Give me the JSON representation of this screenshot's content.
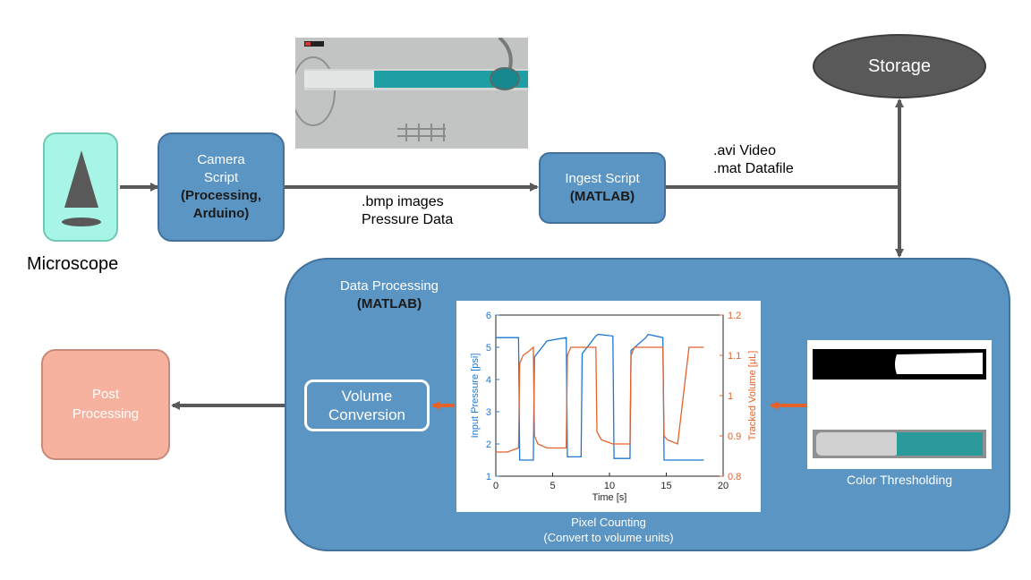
{
  "nodes": {
    "microscope": {
      "label": "Microscope"
    },
    "camera_script": {
      "line1": "Camera",
      "line2": "Script",
      "bold1": "(Processing,",
      "bold2": "Arduino)"
    },
    "ingest_script": {
      "line1": "Ingest Script",
      "bold1": "(MATLAB)"
    },
    "storage": {
      "label": "Storage"
    },
    "data_processing": {
      "line1": "Data Processing",
      "bold1": "(MATLAB)"
    },
    "volume_conversion": {
      "line1": "Volume",
      "line2": "Conversion"
    },
    "post_processing": {
      "line1": "Post",
      "line2": "Processing"
    }
  },
  "edges": {
    "bmp_label": {
      "line1": ".bmp images",
      "line2": "Pressure Data"
    },
    "avi_label": {
      "line1": ".avi Video",
      "line2": ".mat Datafile"
    }
  },
  "captions": {
    "color_thresholding": "Color Thresholding",
    "pixel_counting": {
      "line1": "Pixel Counting",
      "line2": "(Convert to volume units)"
    }
  },
  "chart_data": {
    "type": "line",
    "xlabel": "Time [s]",
    "ylabel_left": "Input Pressure [psi]",
    "ylabel_right": "Tracked Volume [µL]",
    "xlim": [
      0,
      20
    ],
    "ylim_left": [
      1,
      6
    ],
    "ylim_right": [
      0.8,
      1.2
    ],
    "xticks": [
      "0",
      "5",
      "10",
      "15",
      "20"
    ],
    "yticks_left": [
      "1",
      "2",
      "3",
      "4",
      "5",
      "6"
    ],
    "yticks_right": [
      "0.8",
      "0.9",
      "1",
      "1.1",
      "1.2"
    ],
    "colors": {
      "left": "#1f77d4",
      "right": "#e5622a"
    },
    "series": [
      {
        "axis": "left",
        "x": [
          0,
          2.0,
          2.1,
          3.3,
          3.4,
          4.5,
          6.2,
          6.3,
          7.5,
          7.6,
          8.8,
          9.0,
          10.3,
          10.4,
          11.8,
          11.9,
          13.2,
          13.4,
          14.7,
          14.8,
          16.0,
          16.1,
          17.0,
          18.3
        ],
        "y": [
          5.3,
          5.3,
          1.5,
          1.5,
          4.7,
          5.2,
          5.3,
          1.6,
          1.6,
          4.8,
          5.35,
          5.4,
          5.35,
          1.55,
          1.55,
          4.9,
          5.3,
          5.4,
          5.3,
          1.5,
          1.5,
          1.5,
          1.5,
          1.5
        ]
      },
      {
        "axis": "right",
        "x": [
          0,
          1.0,
          2.0,
          2.1,
          2.4,
          2.9,
          3.3,
          3.4,
          3.7,
          4.5,
          5.6,
          6.2,
          6.3,
          6.6,
          7.5,
          8.0,
          8.8,
          8.9,
          9.3,
          10.3,
          10.9,
          11.8,
          11.9,
          12.2,
          13.2,
          13.8,
          14.7,
          14.8,
          15.1,
          16.0,
          17.0,
          18.3
        ],
        "y": [
          0.86,
          0.86,
          0.87,
          1.08,
          1.1,
          1.11,
          1.12,
          0.9,
          0.88,
          0.87,
          0.87,
          0.87,
          1.1,
          1.12,
          1.12,
          1.12,
          1.12,
          0.91,
          0.89,
          0.88,
          0.88,
          0.88,
          1.1,
          1.12,
          1.12,
          1.12,
          1.12,
          0.9,
          0.89,
          0.88,
          1.12,
          1.12
        ]
      }
    ]
  }
}
